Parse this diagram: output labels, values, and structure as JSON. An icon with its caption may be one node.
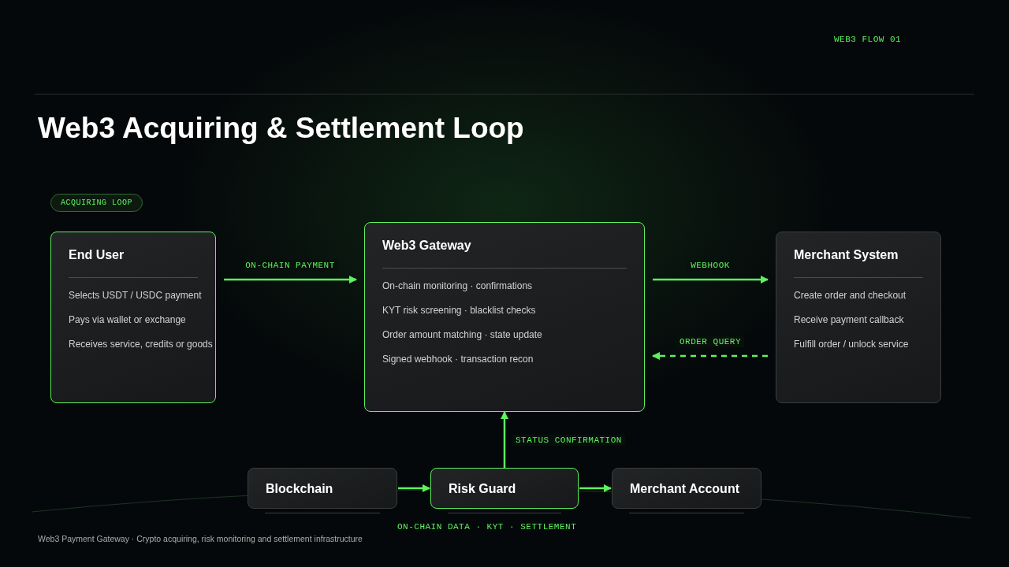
{
  "diagram": {
    "title": "Web3 Acquiring & Settlement Loop",
    "nodes": [
      {
        "text": [
          "End User",
          "Selects USDT / USDC payment",
          "Pays via wallet or exchange",
          "Receives service, credits or goods"
        ]
      },
      {
        "text": [
          "Web3 Gateway",
          "On-chain monitoring · confirmations",
          "KYT risk screening · blacklist checks",
          "Order amount matching · state update",
          "Signed webhook · transaction recon"
        ]
      },
      {
        "text": [
          "Merchant System",
          "Create order and checkout",
          "Receive payment callback",
          "Fulfill order / unlock service"
        ]
      },
      {
        "text": [
          "Blockchain"
        ]
      },
      {
        "text": [
          "Risk Guard"
        ]
      },
      {
        "text": [
          "Merchant Account"
        ]
      }
    ],
    "edges": [
      {
        "from": 0,
        "to": 1,
        "arrow": "to",
        "label": "ON-CHAIN PAYMENT"
      },
      {
        "from": 1,
        "to": 2,
        "arrow": "to",
        "label": "WEBHOOK"
      },
      {
        "from": 2,
        "to": 1,
        "arrow": "to",
        "label": "ORDER QUERY",
        "style": "dashed"
      },
      {
        "from": 4,
        "to": 1,
        "arrow": "to",
        "label": "STATUS CONFIRMATION"
      },
      {
        "from": 3,
        "to": 4,
        "arrow": "to"
      },
      {
        "from": 4,
        "to": 5,
        "arrow": "to"
      }
    ],
    "labels": [
      "WEB3 FLOW 01",
      "ACQUIRING LOOP",
      "ON-CHAIN DATA · KYT · SETTLEMENT",
      "Web3 Payment Gateway · Crypto acquiring, risk monitoring and settlement infrastructure"
    ]
  }
}
